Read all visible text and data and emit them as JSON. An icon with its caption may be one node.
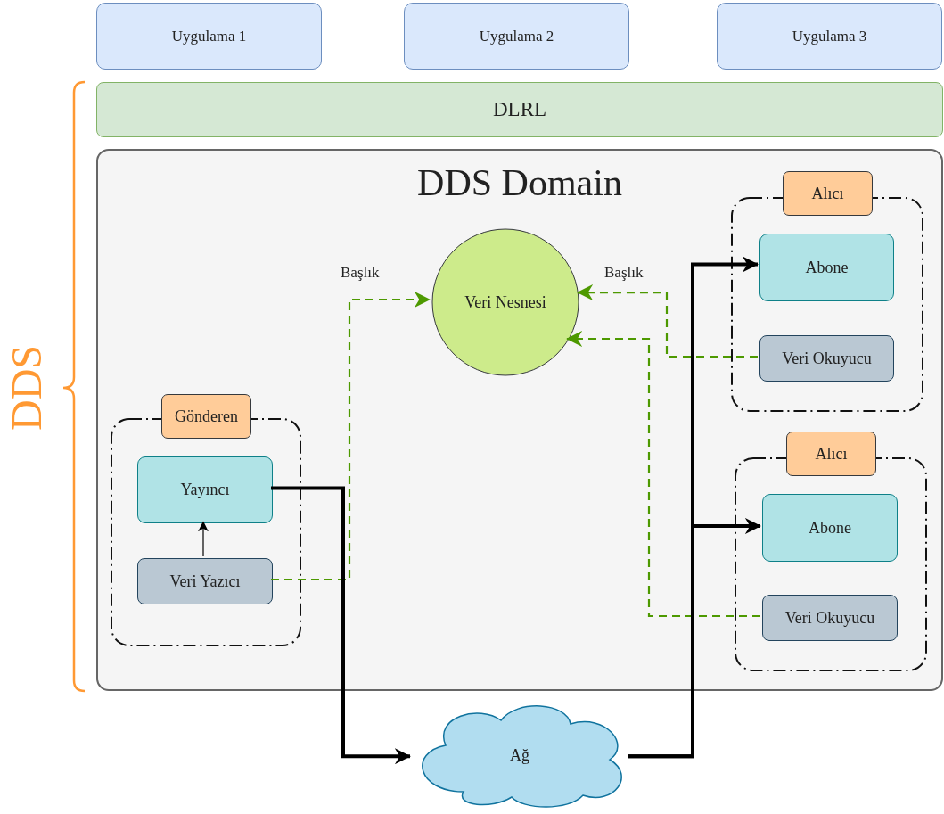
{
  "diagram": {
    "nodes": [
      {
        "text": [
          "Uygulama 1"
        ]
      },
      {
        "text": [
          "Uygulama 2"
        ]
      },
      {
        "text": [
          "Uygulama 3"
        ]
      },
      {
        "text": [
          "DLRL"
        ]
      },
      {
        "text": [
          "DDS Domain"
        ]
      },
      {
        "text": [
          "Veri Nesnesi"
        ],
        "in": 4
      },
      {
        "text": [
          "Gönderen"
        ],
        "in": 4
      },
      {
        "text": [
          "Yayıncı"
        ],
        "in": 6
      },
      {
        "text": [
          "Veri Yazıcı"
        ],
        "in": 6
      },
      {
        "text": [
          "Alıcı"
        ],
        "in": 4
      },
      {
        "text": [
          "Abone"
        ],
        "in": 9
      },
      {
        "text": [
          "Veri Okuyucu"
        ],
        "in": 9
      },
      {
        "text": [
          "Alıcı"
        ],
        "in": 4
      },
      {
        "text": [
          "Abone"
        ],
        "in": 12
      },
      {
        "text": [
          "Veri Okuyucu"
        ],
        "in": 12
      },
      {
        "text": [
          "Ağ"
        ]
      }
    ],
    "edges": [
      {
        "from": 8,
        "to": 7,
        "arrow": "to"
      },
      {
        "from": 8,
        "to": 5,
        "arrow": "to",
        "label": "Başlık",
        "style": "dashed",
        "color": "#4d9900"
      },
      {
        "from": 11,
        "to": 5,
        "arrow": "to",
        "label": "Başlık",
        "style": "dashed",
        "color": "#4d9900"
      },
      {
        "from": 14,
        "to": 5,
        "arrow": "to",
        "style": "dashed",
        "color": "#4d9900"
      },
      {
        "from": 7,
        "to": 15,
        "arrow": "to",
        "style": "thick"
      },
      {
        "from": 15,
        "to": 10,
        "arrow": "to",
        "style": "thick"
      },
      {
        "from": 15,
        "to": 13,
        "arrow": "to",
        "style": "thick"
      }
    ],
    "labels": [
      "DDS"
    ]
  }
}
